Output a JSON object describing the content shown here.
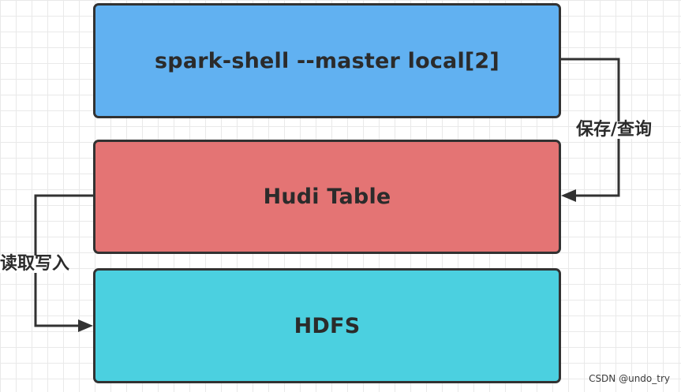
{
  "diagram": {
    "nodes": [
      {
        "id": "spark",
        "label": "spark-shell --master local[2]",
        "fill": "#61b1f1"
      },
      {
        "id": "hudi",
        "label": "Hudi Table",
        "fill": "#e47474"
      },
      {
        "id": "hdfs",
        "label": "HDFS",
        "fill": "#4bd0e0"
      }
    ],
    "edges": [
      {
        "from": "spark",
        "to": "hudi",
        "label": "保存/查询"
      },
      {
        "from": "hudi",
        "to": "hdfs",
        "label": "读取写入"
      }
    ],
    "line_color": "#323232"
  },
  "watermark": "CSDN @undo_try"
}
